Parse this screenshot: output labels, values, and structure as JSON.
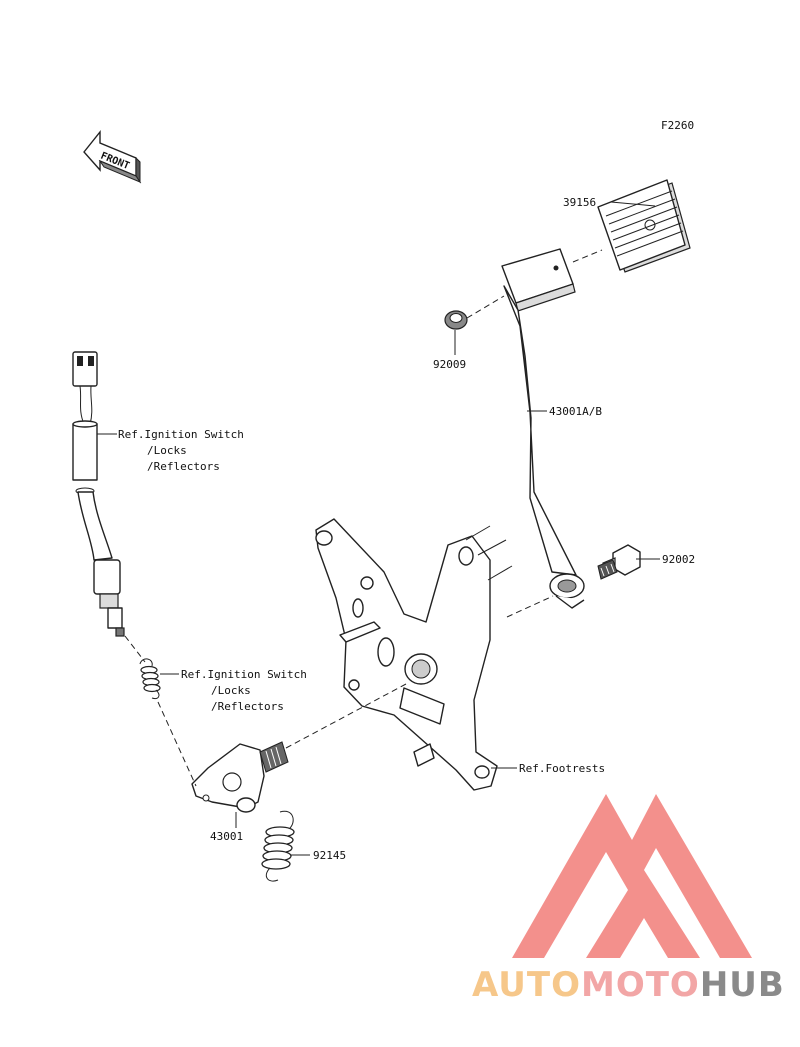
{
  "figure_code": "F2260",
  "front_arrow": {
    "text": "FRONT"
  },
  "callouts": [
    {
      "id": "39156",
      "text": "39156"
    },
    {
      "id": "92009",
      "text": "92009"
    },
    {
      "id": "43001ab",
      "text": "43001A/B"
    },
    {
      "id": "92002",
      "text": "92002"
    },
    {
      "id": "ref_footrests",
      "text": "Ref.Footrests"
    },
    {
      "id": "43001",
      "text": "43001"
    },
    {
      "id": "92145",
      "text": "92145"
    }
  ],
  "ref_notes": [
    {
      "lines": [
        "Ref.Ignition Switch",
        "/Locks",
        "/Reflectors"
      ]
    },
    {
      "lines": [
        "Ref.Ignition Switch",
        "/Locks",
        "/Reflectors"
      ]
    }
  ],
  "watermark": {
    "word_part1": "AUTO",
    "word_part2": "MOTO",
    "word_part3": "HUB",
    "colors": {
      "part1": "#f6c78a",
      "part2": "#f2a6a6",
      "part3": "#8a8a8a",
      "logo": "#f28a86"
    }
  }
}
